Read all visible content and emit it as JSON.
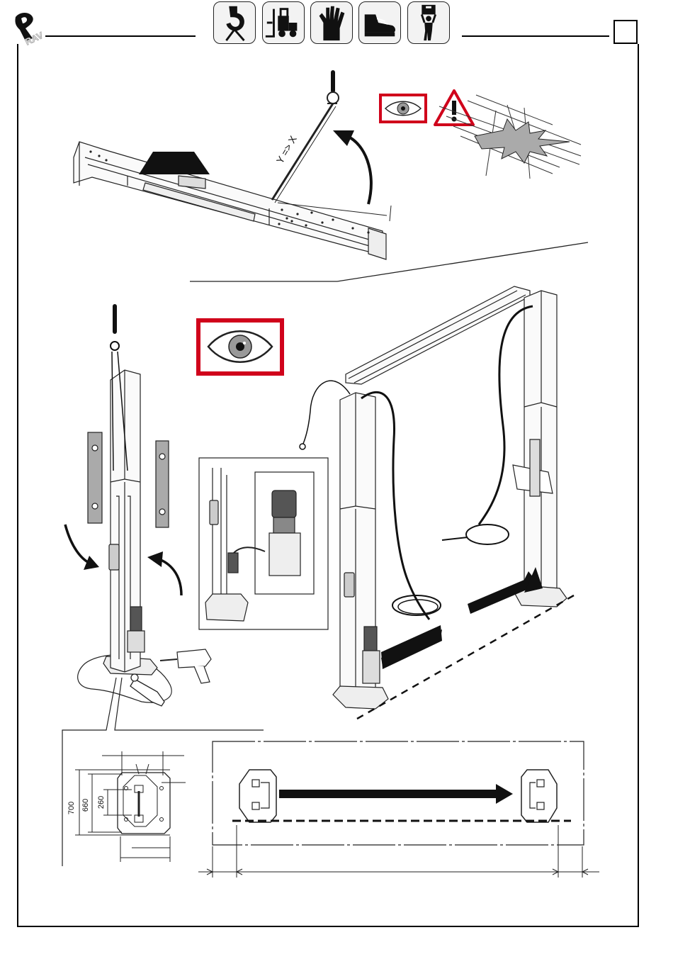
{
  "header": {
    "brand_logo": "rav-logo",
    "page_number": "",
    "safety_icons": [
      {
        "name": "hook-lifting-icon"
      },
      {
        "name": "forklift-icon"
      },
      {
        "name": "protective-glove-icon"
      },
      {
        "name": "safety-shoe-icon"
      },
      {
        "name": "person-lifting-icon"
      }
    ]
  },
  "crossbeam_step": {
    "length_annotation": "Y => X"
  },
  "warning": {
    "eye_icon": "eye-inspect-icon",
    "hazard_icon": "warning-triangle-icon",
    "colors": {
      "frame": "#d0021b",
      "triangle": "#d0021b"
    }
  },
  "column_step": {
    "eye_icon": "eye-inspect-icon",
    "colors": {
      "frame": "#d0021b"
    }
  },
  "base_dims": {
    "d700": "700",
    "d660": "660",
    "d260": "260"
  },
  "layout_plan": {
    "arrow": "direction-arrow"
  }
}
